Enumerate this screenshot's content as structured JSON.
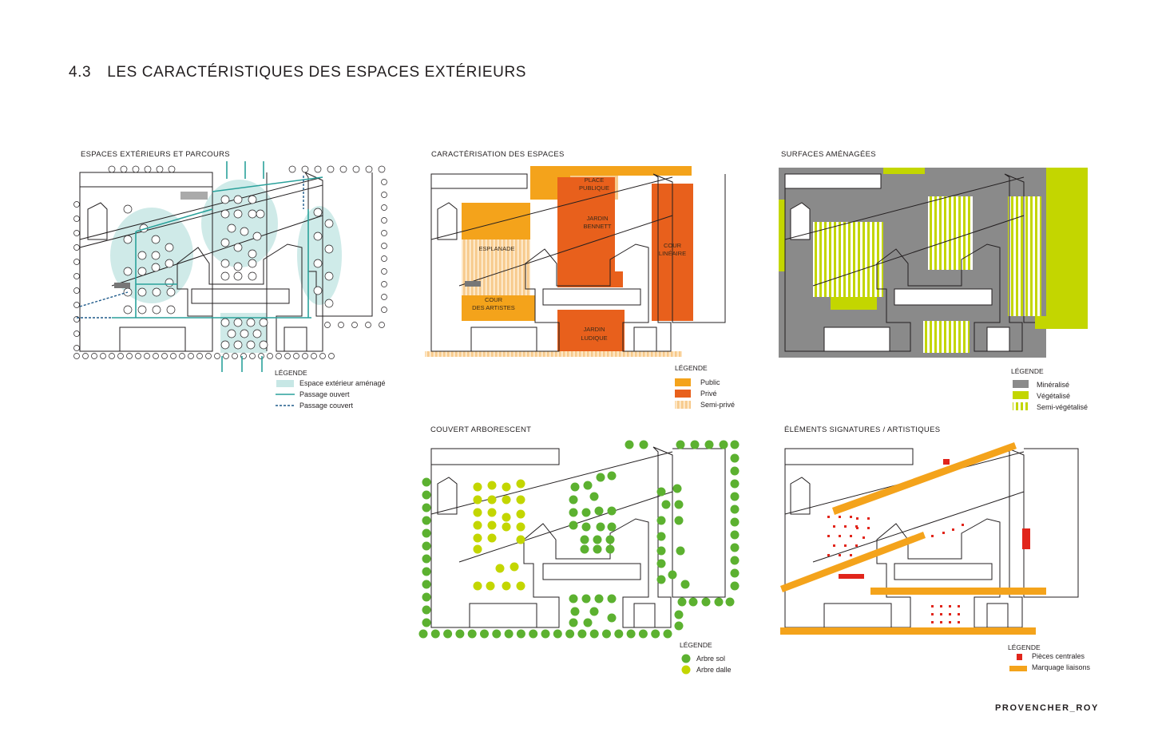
{
  "page": {
    "section_number": "4.3",
    "section_title": "LES CARACTÉRISTIQUES DES ESPACES EXTÉRIEURS",
    "brand": "PROVENCHER_ROY"
  },
  "colors": {
    "teal": "#2aa19b",
    "teal_light": "#c7e7e5",
    "navy_dash": "#1f5a8a",
    "public": "#f4a31b",
    "prive": "#e8601c",
    "semi_prive": "#f7c98a",
    "mineralise": "#8a8a8a",
    "vegetalise": "#c3d600",
    "arbre_sol": "#5cb130",
    "arbre_dalle": "#c3d600",
    "pieces_centrales": "#e1251b",
    "marquage": "#f4a31b"
  },
  "panels": {
    "p1": {
      "title": "ESPACES EXTÉRIEURS ET PARCOURS",
      "legend_title": "LÉGENDE",
      "legend": [
        "Espace extérieur aménagé",
        "Passage ouvert",
        "Passage couvert"
      ]
    },
    "p2": {
      "title": "CARACTÉRISATION DES ESPACES",
      "labels": {
        "place": [
          "PLACE",
          "PUBLIQUE"
        ],
        "jardin_bennett": [
          "JARDIN",
          "BENNETT"
        ],
        "esplanade": "ESPLANADE",
        "cour_lineaire": [
          "COUR",
          "LINÉAIRE"
        ],
        "cour_artistes": [
          "COUR",
          "DES ARTISTES"
        ],
        "jardin_ludique": [
          "JARDIN",
          "LUDIQUE"
        ]
      },
      "legend_title": "LÉGENDE",
      "legend": [
        "Public",
        "Privé",
        "Semi-privé"
      ]
    },
    "p3": {
      "title": "SURFACES AMÉNAGÉES",
      "legend_title": "LÉGENDE",
      "legend": [
        "Minéralisé",
        "Végétalisé",
        "Semi-végétalisé"
      ]
    },
    "p4": {
      "title": "COUVERT ARBORESCENT",
      "legend_title": "LÉGENDE",
      "legend": [
        "Arbre sol",
        "Arbre dalle"
      ]
    },
    "p5": {
      "title": "ÉLÉMENTS SIGNATURES / ARTISTIQUES",
      "legend_title": "LÉGENDE",
      "legend": [
        "Pièces centrales",
        "Marquage liaisons"
      ]
    }
  }
}
